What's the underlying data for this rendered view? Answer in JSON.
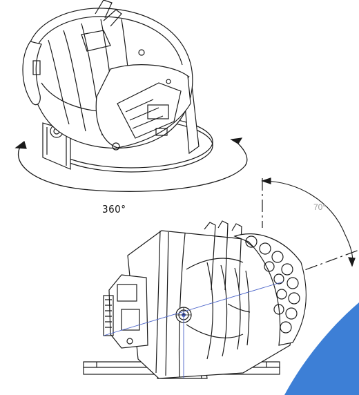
{
  "labels": {
    "pan_range": "360°",
    "tilt_range": "70°"
  },
  "colors": {
    "line": "#1a1a1a",
    "dash_line": "#1f1f1f",
    "axis_blue": "#4a63c9",
    "tilt_label": "#9a9a9a",
    "corner_accent": "#3d7fd6"
  },
  "icons": {
    "pan_arrows": "curved-double-arrow",
    "tilt_arc": "dimension-arc"
  }
}
